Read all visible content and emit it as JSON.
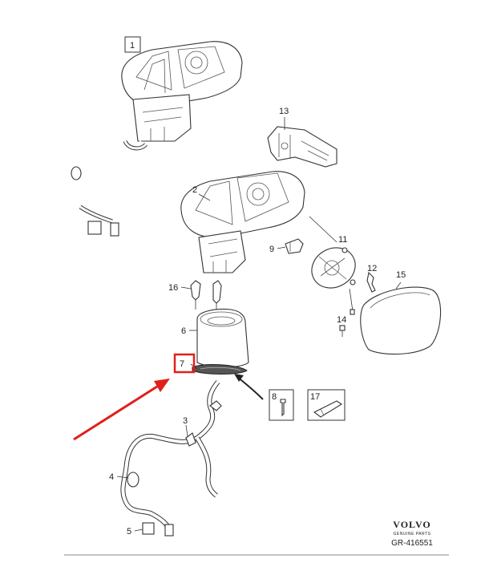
{
  "diagram": {
    "parts": [
      {
        "id": "1",
        "label": "1"
      },
      {
        "id": "2",
        "label": "2"
      },
      {
        "id": "3",
        "label": "3"
      },
      {
        "id": "4",
        "label": "4"
      },
      {
        "id": "5",
        "label": "5"
      },
      {
        "id": "6",
        "label": "6"
      },
      {
        "id": "7",
        "label": "7"
      },
      {
        "id": "8",
        "label": "8"
      },
      {
        "id": "9",
        "label": "9"
      },
      {
        "id": "11",
        "label": "11"
      },
      {
        "id": "12",
        "label": "12"
      },
      {
        "id": "13",
        "label": "13"
      },
      {
        "id": "14",
        "label": "14"
      },
      {
        "id": "15",
        "label": "15"
      },
      {
        "id": "16",
        "label": "16"
      },
      {
        "id": "17",
        "label": "17"
      }
    ],
    "highlighted_part": "7",
    "highlight_color": "#e0201b"
  },
  "footer": {
    "brand": "VOLVO",
    "brand_sub": "GENUINE PARTS",
    "reference": "GR-416551"
  }
}
